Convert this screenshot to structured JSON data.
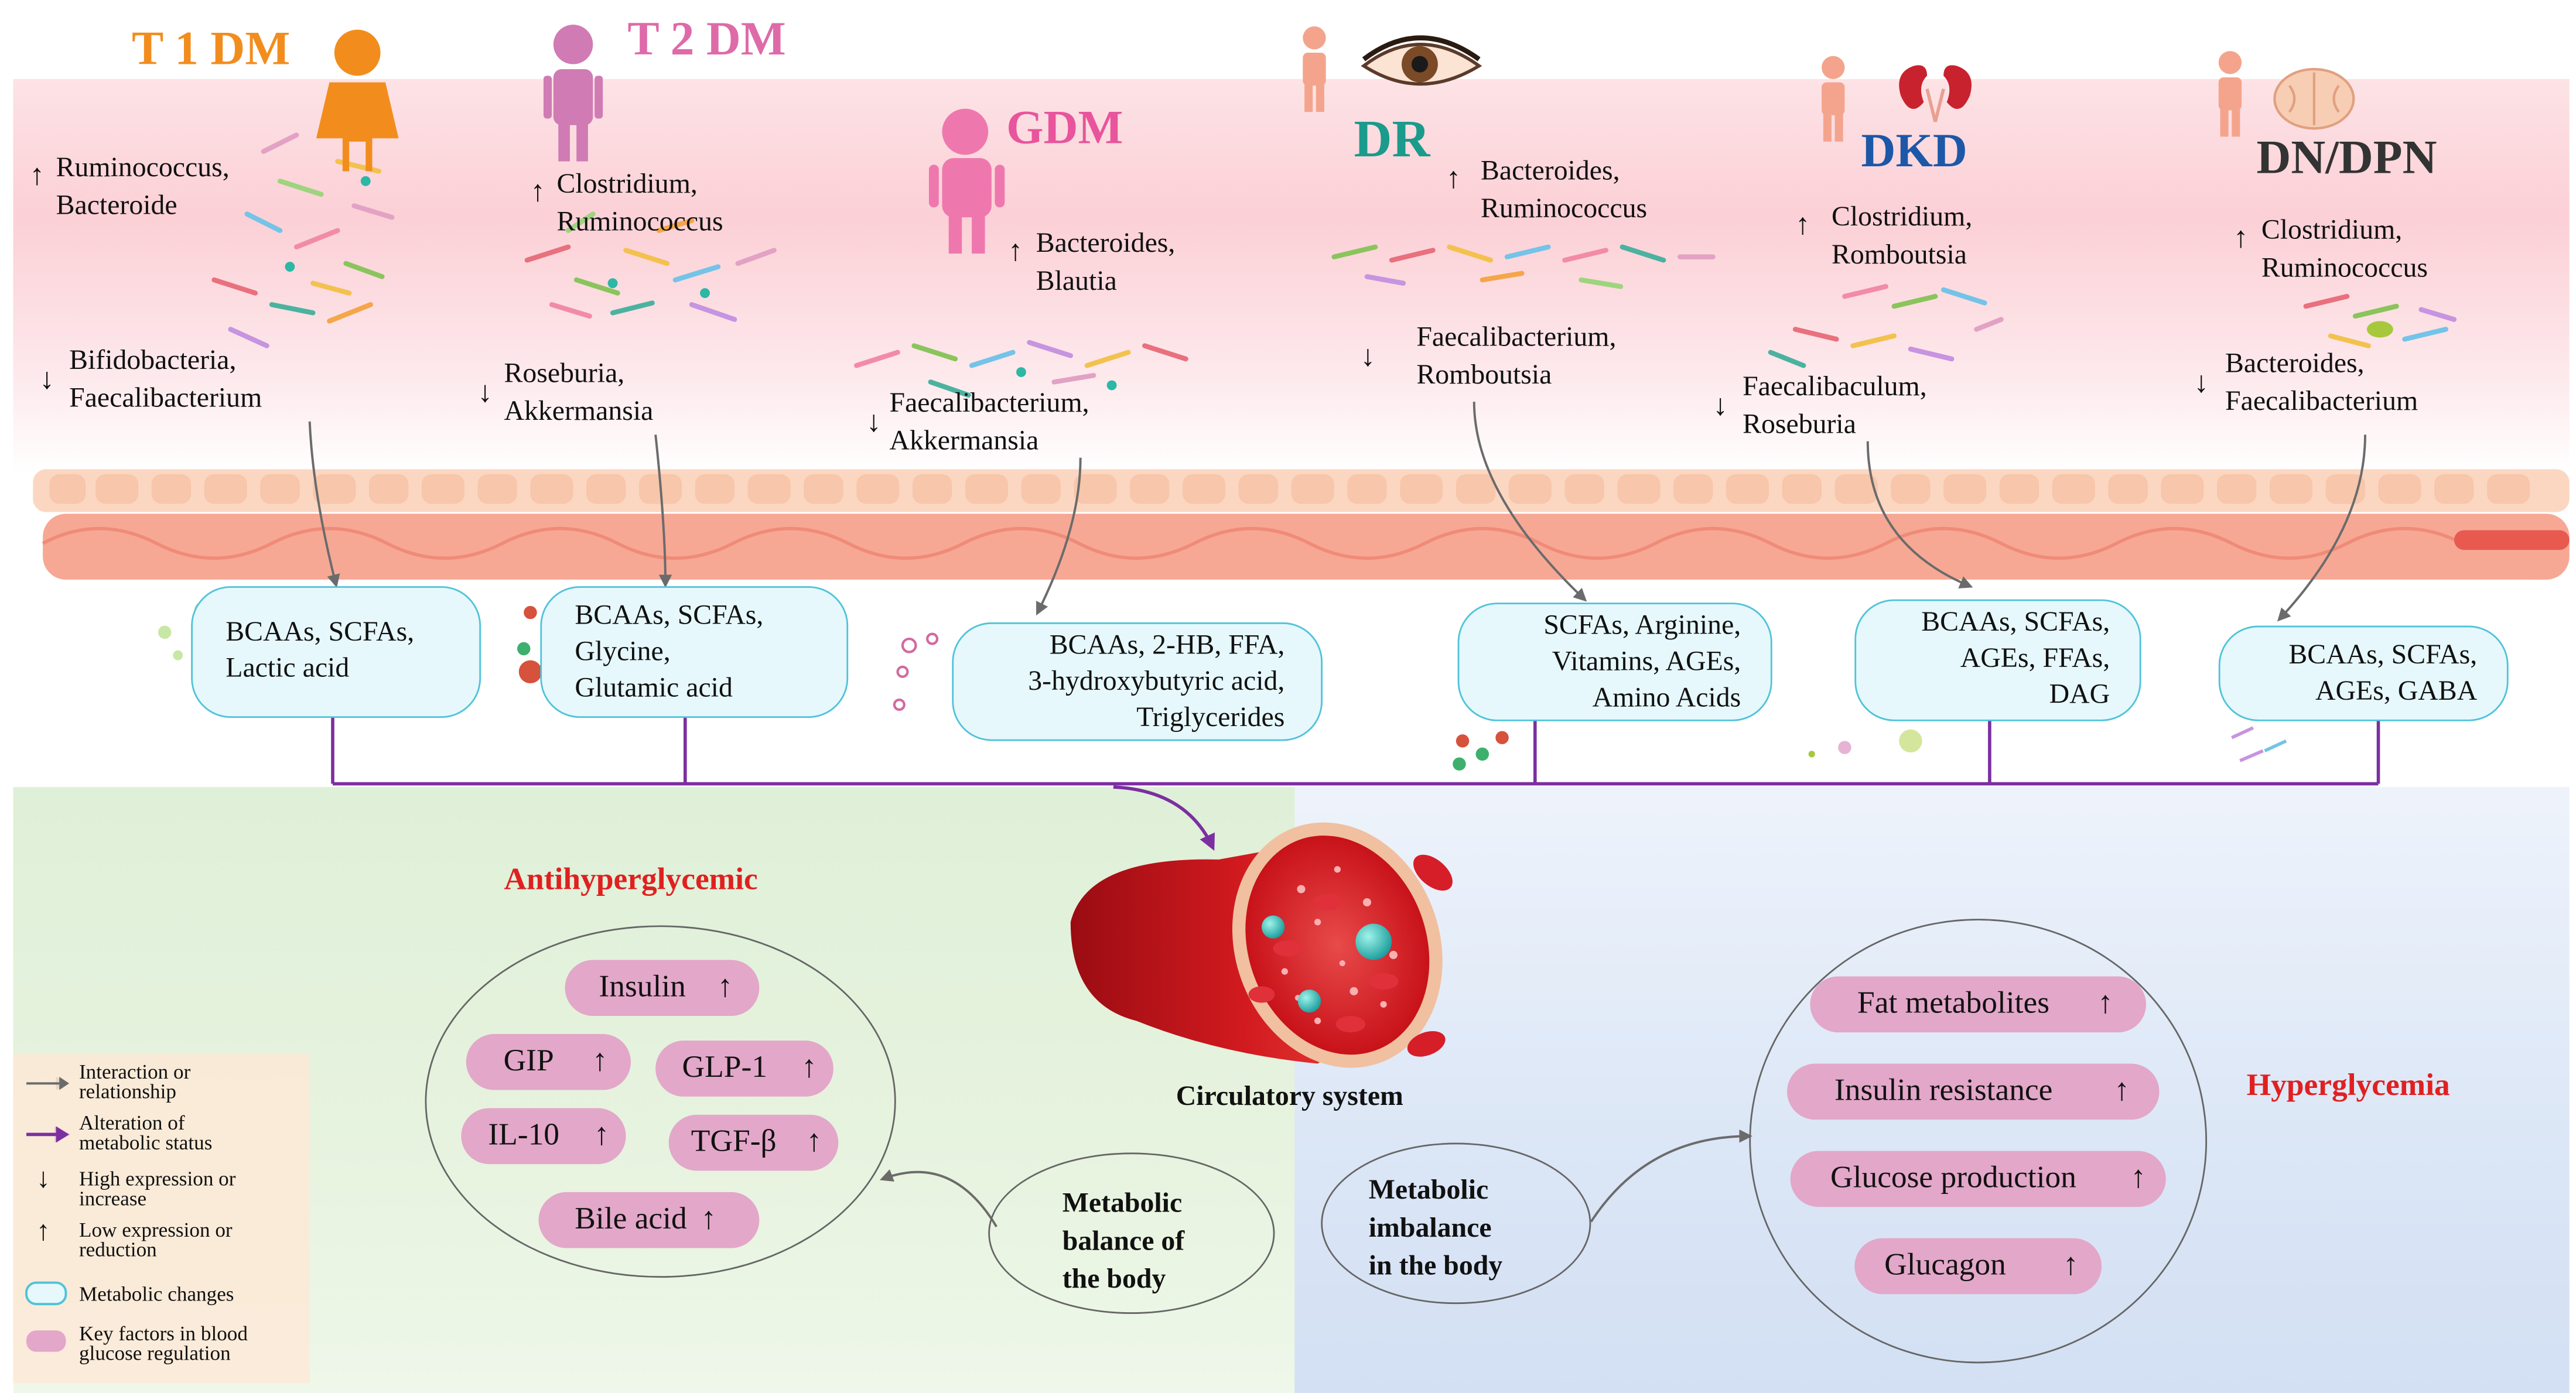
{
  "diseases": {
    "t1dm": {
      "name": "T 1 DM",
      "color": "#f28d1d",
      "up_taxa": [
        "Ruminococcus,",
        "Bacteroide"
      ],
      "down_taxa": [
        "Bifidobacteria,",
        "Faecalibacterium"
      ],
      "metabolites": [
        "BCAAs, SCFAs,",
        "Lactic acid"
      ]
    },
    "t2dm": {
      "name": "T 2 DM",
      "color": "#de6aa9",
      "up_taxa": [
        "Clostridium,",
        "Ruminococcus"
      ],
      "down_taxa": [
        "Roseburia,",
        "Akkermansia"
      ],
      "metabolites": [
        "BCAAs, SCFAs,",
        "Glycine,",
        "Glutamic acid"
      ]
    },
    "gdm": {
      "name": "GDM",
      "color": "#e8559c",
      "up_taxa": [
        "Bacteroides,",
        "Blautia"
      ],
      "down_taxa": [
        "Faecalibacterium,",
        "Akkermansia"
      ],
      "metabolites": [
        "BCAAs, 2-HB, FFA,",
        "3-hydroxybutyric acid,",
        "Triglycerides"
      ]
    },
    "dr": {
      "name": "DR",
      "color": "#1a9b8c",
      "up_taxa": [
        "Bacteroides,",
        "Ruminococcus"
      ],
      "down_taxa": [
        "Faecalibacterium,",
        "Romboutsia"
      ],
      "metabolites": [
        "SCFAs, Arginine,",
        "Vitamins, AGEs,",
        "Amino Acids"
      ]
    },
    "dkd": {
      "name": "DKD",
      "color": "#1d57a8",
      "up_taxa": [
        "Clostridium,",
        "Romboutsia"
      ],
      "down_taxa": [
        "Faecalibaculum,",
        "Roseburia"
      ],
      "metabolites": [
        "BCAAs, SCFAs,",
        "AGEs, FFAs,",
        "DAG"
      ]
    },
    "dndpn": {
      "name": "DN/DPN",
      "color": "#333333",
      "up_taxa": [
        "Clostridium,",
        "Ruminococcus"
      ],
      "down_taxa": [
        "Bacteroides,",
        "Faecalibacterium"
      ],
      "metabolites": [
        "BCAAs, SCFAs,",
        "AGEs, GABA"
      ]
    }
  },
  "symbols": {
    "up": "↑",
    "down": "↓"
  },
  "center": {
    "label": "Circulatory system"
  },
  "antihyperglycemic": {
    "title": "Antihyperglycemic",
    "title_color": "#e02020",
    "factors": [
      "Insulin",
      "GIP",
      "GLP-1",
      "IL-10",
      "TGF-β",
      "Bile acid"
    ],
    "balance_label": [
      "Metabolic",
      "balance of",
      "the body"
    ]
  },
  "hyperglycemia": {
    "title": "Hyperglycemia",
    "title_color": "#e02020",
    "factors": [
      "Fat metabolites",
      "Insulin resistance",
      "Glucose production",
      "Glucagon"
    ],
    "imbalance_label": [
      "Metabolic",
      "imbalance",
      "in the body"
    ]
  },
  "legend": {
    "interaction": [
      "Interaction or",
      "relationship"
    ],
    "alteration": [
      "Alteration of",
      "metabolic status"
    ],
    "high": [
      "High expression or",
      "increase"
    ],
    "low": [
      "Low expression or",
      "reduction"
    ],
    "metabolic_changes": "Metabolic changes",
    "key_factors": [
      "Key factors in blood",
      "glucose regulation"
    ]
  },
  "colors": {
    "purple_line": "#7b2fa0",
    "gray_arrow": "#6b6b6b",
    "pill": "#e3a7c9",
    "meta_border": "#4fc3d9",
    "meta_fill": "#e6f8fc"
  }
}
